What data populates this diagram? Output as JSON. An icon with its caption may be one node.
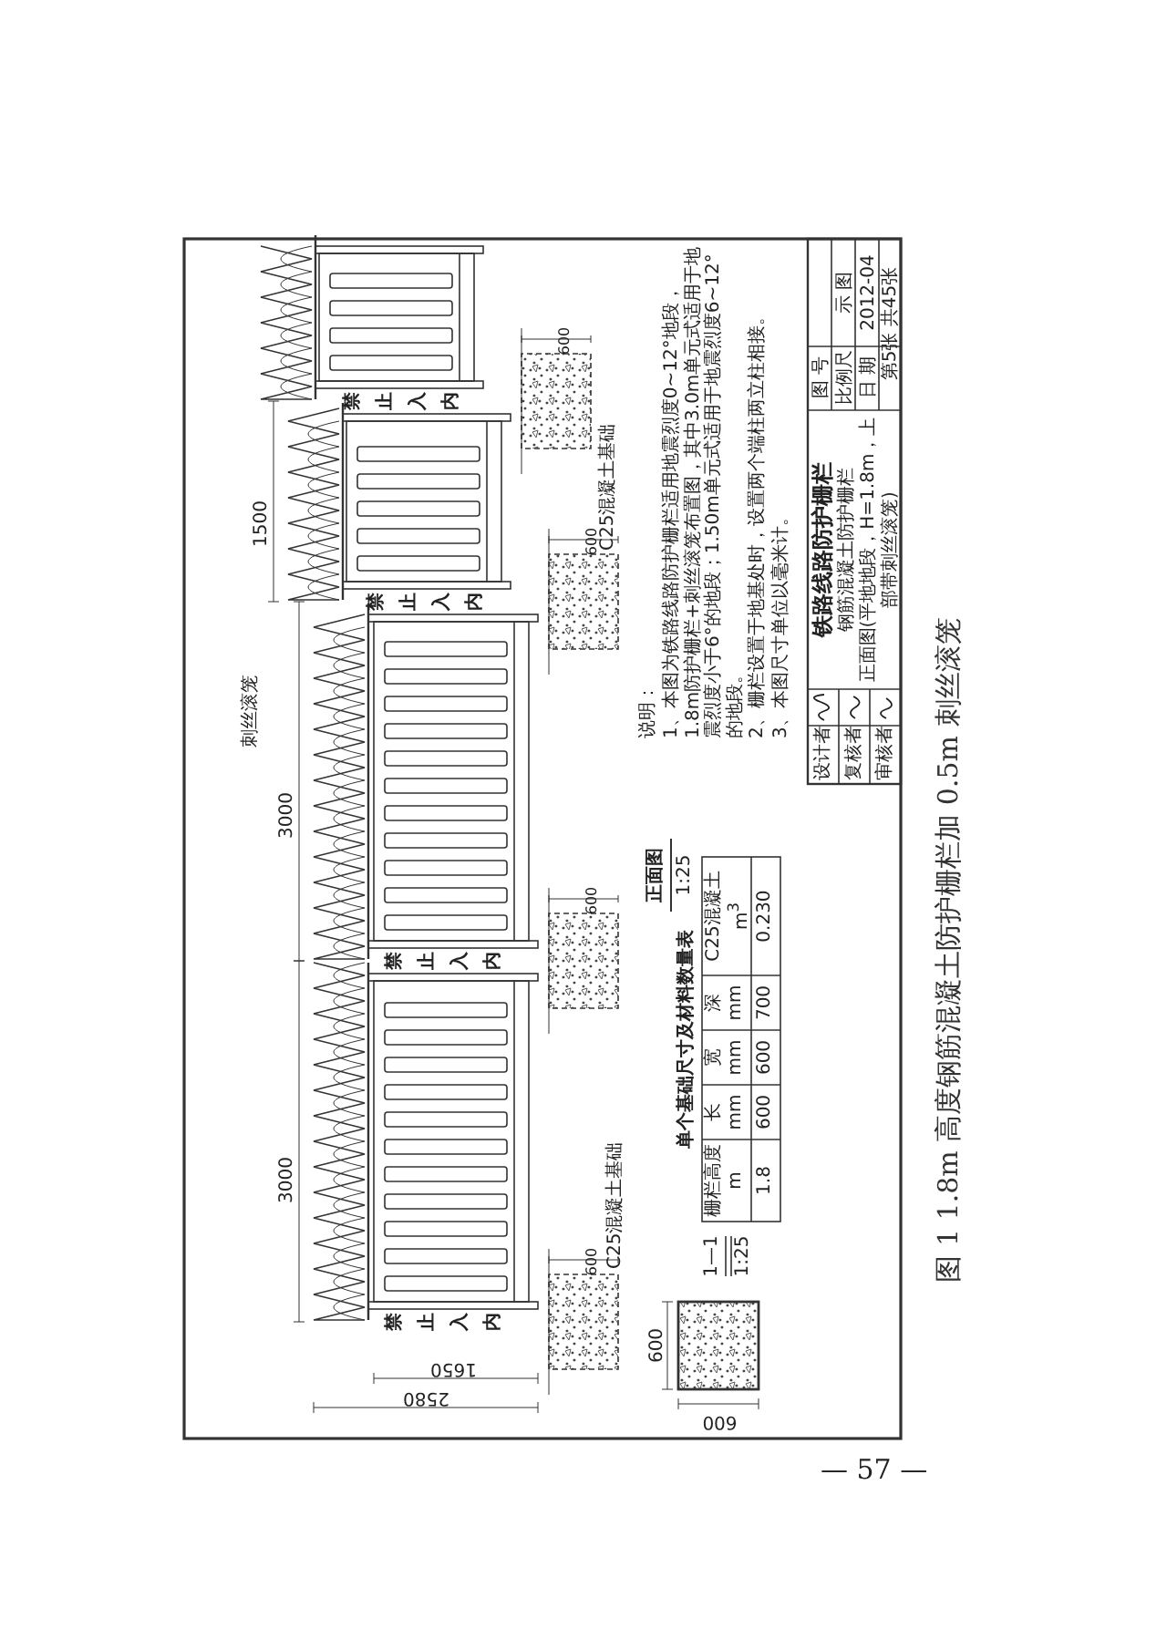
{
  "diagram": {
    "caption": "图 1 1.8m 高度钢筋混凝土防护栅栏加 0.5m 刺丝滚笼",
    "labels": [
      "3000",
      "3000",
      "1500",
      "2580",
      "1650",
      "禁止入内",
      "禁止入内",
      "禁止入内",
      "禁止入内",
      "刺丝滚笼",
      "C25混凝土基础",
      "C25混凝土基础",
      "600",
      "600",
      "600",
      "600",
      "正面图",
      "1:25",
      "单个基础尺寸及材料数量表",
      "栅栏高度 m",
      "长 mm",
      "宽 mm",
      "深 mm",
      "C25混凝土 m$^{3}$",
      "1.8",
      "600",
      "600",
      "700",
      "0.230",
      "600",
      "600",
      "1—1",
      "1:25",
      "说明：",
      "1、本图为铁路线路防护栅栏适用地震烈度0~12°地段，1.8m防护栅栏+刺丝滚笼布置图，其中3.0m单元式适用于地震烈度小于6°的地段；1.50m单元式适用于地震烈度6~12°的地段。",
      "2、栅栏设置于地基处时，设置两个端柱两立柱相接。",
      "3、本图尺寸单位以毫米计。",
      "设计者",
      "复核者",
      "审核者",
      "铁路线路防护栅栏",
      "钢筋混凝土防护栅栏",
      "正面图(平地地段，H=1.8m，上部带刺丝滚笼)",
      "图 号",
      "比例尺",
      "示 图",
      "日 期",
      "2012-04",
      "第5张 共45张",
      "— 57 —"
    ]
  }
}
